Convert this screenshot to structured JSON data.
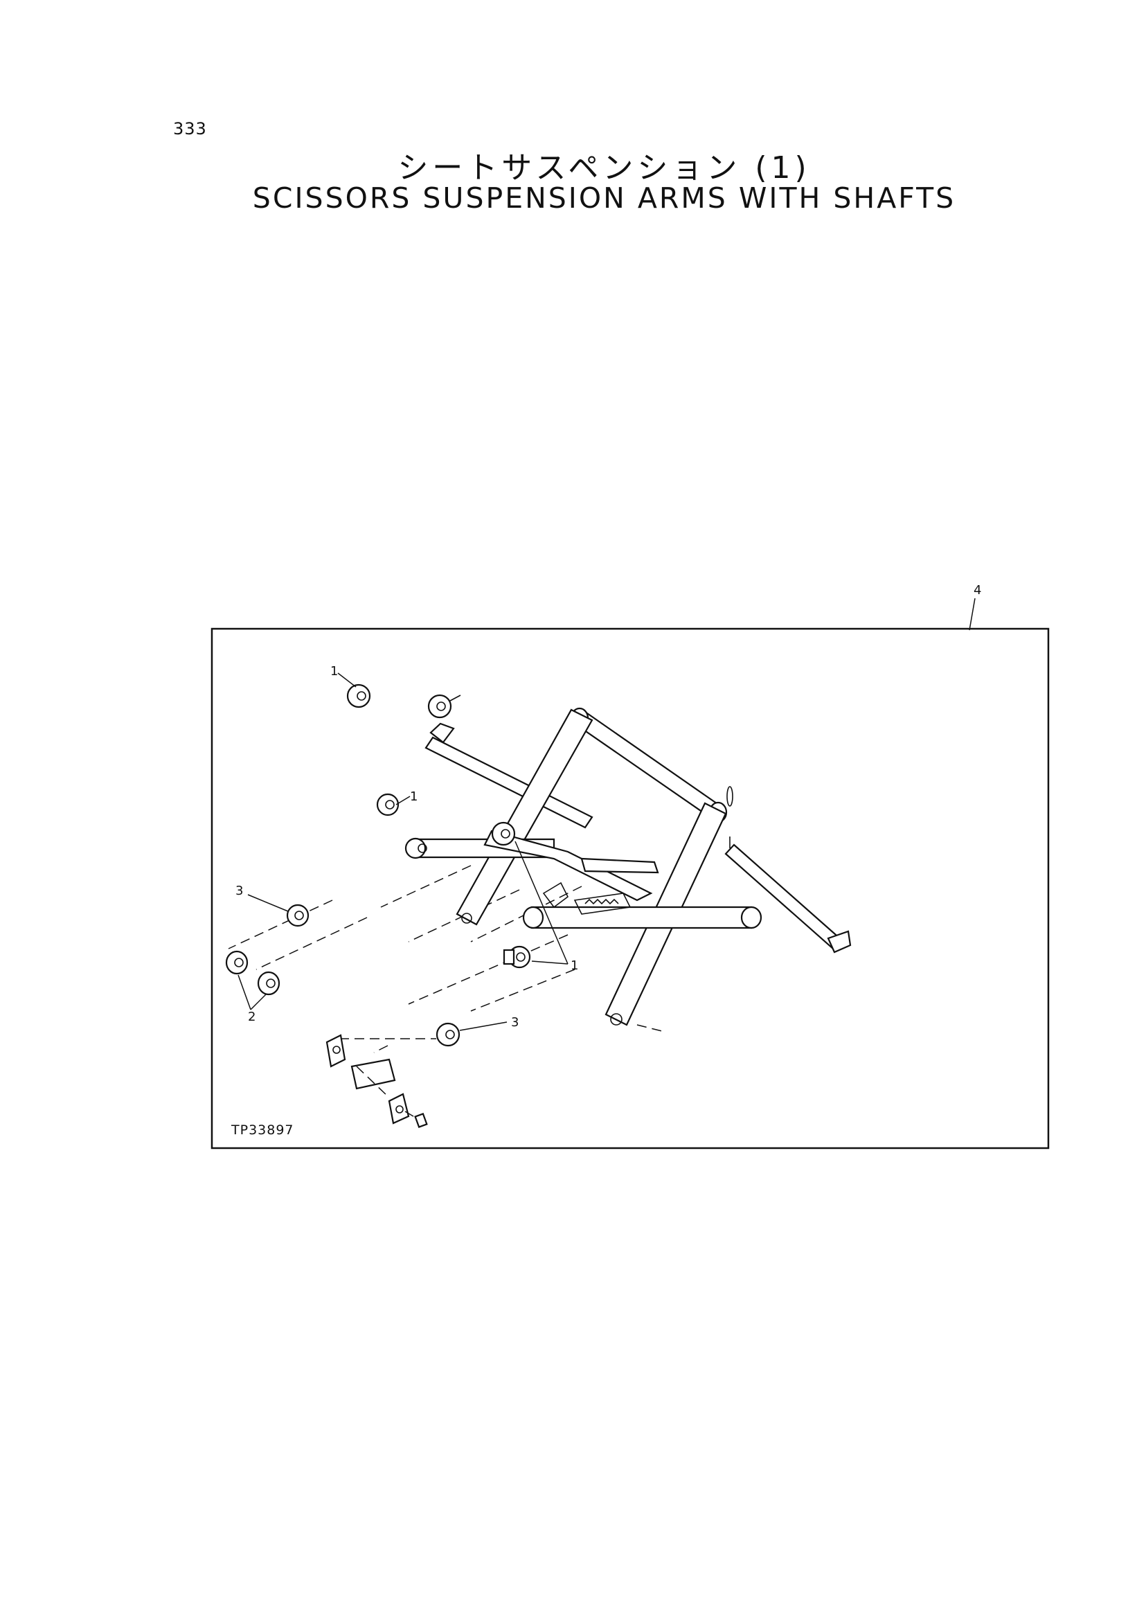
{
  "page": {
    "number": "333",
    "title_jp": "シートサスペンション (1)",
    "title_en": "SCISSORS SUSPENSION ARMS WITH SHAFTS"
  },
  "diagram": {
    "figure_id": "TP33897",
    "callouts": {
      "c1a": "1",
      "c1b": "1",
      "c1c": "1",
      "c2": "2",
      "c3a": "3",
      "c3b": "3",
      "c4": "4"
    }
  }
}
